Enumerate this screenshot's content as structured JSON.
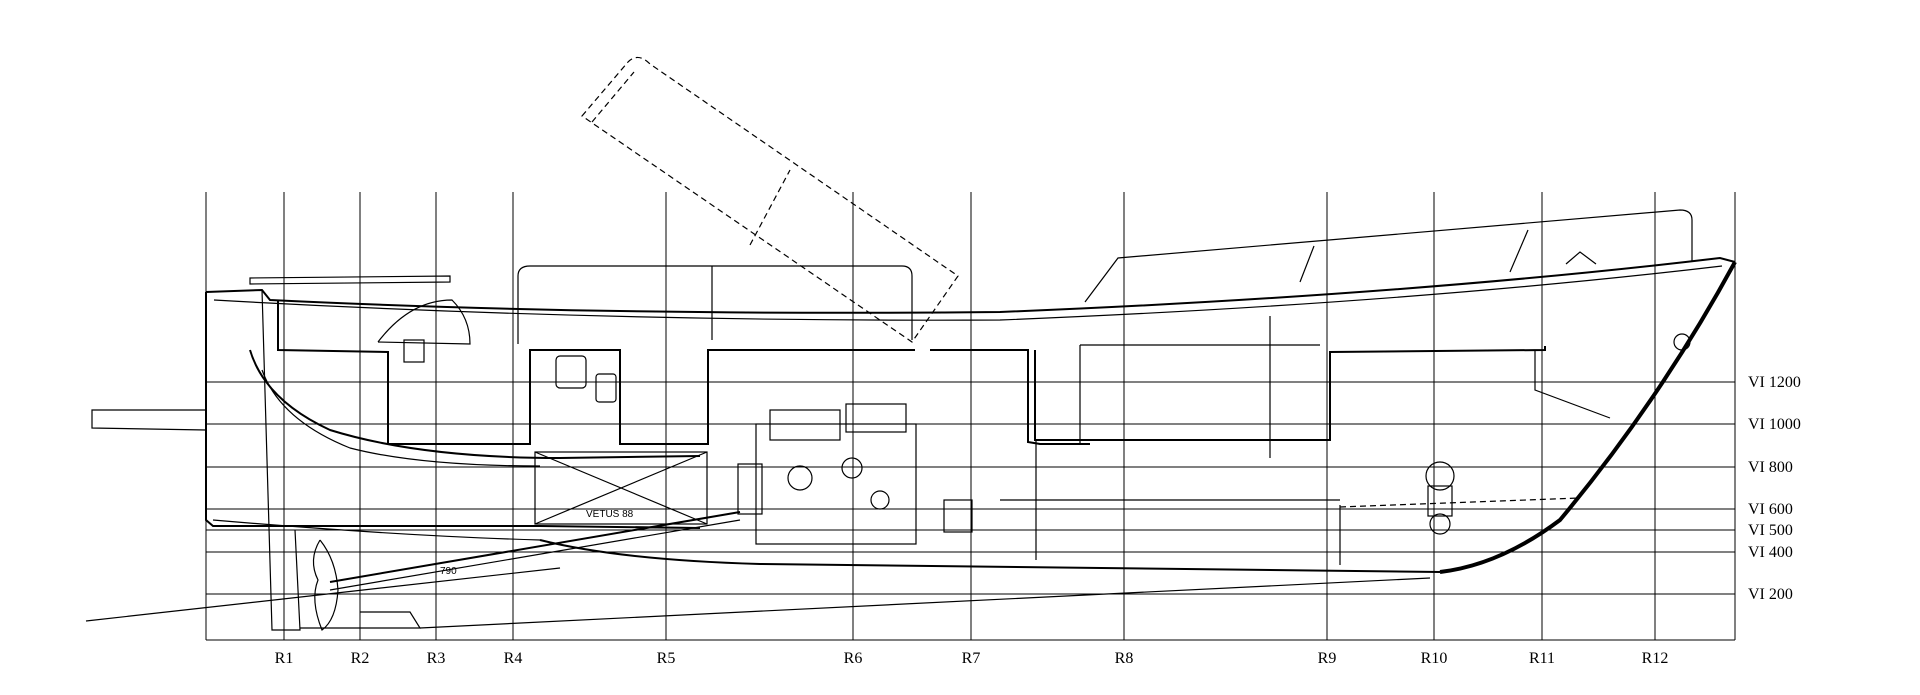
{
  "frames": [
    {
      "label": "R1"
    },
    {
      "label": "R2"
    },
    {
      "label": "R3"
    },
    {
      "label": "R4"
    },
    {
      "label": "R5"
    },
    {
      "label": "R6"
    },
    {
      "label": "R7"
    },
    {
      "label": "R8"
    },
    {
      "label": "R9"
    },
    {
      "label": "R10"
    },
    {
      "label": "R11"
    },
    {
      "label": "R12"
    }
  ],
  "waterlines": [
    {
      "label": "VI 1200"
    },
    {
      "label": "VI 1000"
    },
    {
      "label": "VI 800"
    },
    {
      "label": "VI 600"
    },
    {
      "label": "VI 500"
    },
    {
      "label": "VI 400"
    },
    {
      "label": "VI 200"
    }
  ],
  "annotations": {
    "tank_label": "VETUS 88",
    "shaft_dim": "790"
  }
}
